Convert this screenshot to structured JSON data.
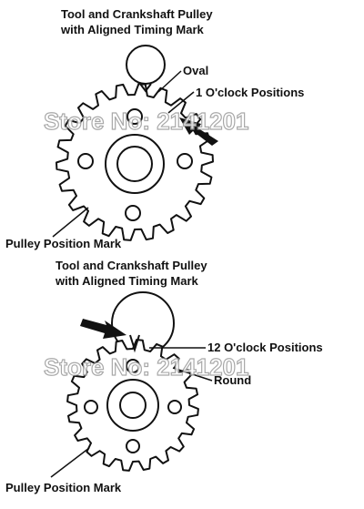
{
  "diagram_top": {
    "title_line1": "Tool and Crankshaft Pulley",
    "title_line2": "with Aligned Timing Mark",
    "label_oval": "Oval",
    "label_position": "1 O'clock Positions",
    "label_pulley": "Pulley Position Mark"
  },
  "diagram_bottom": {
    "title_line1": "Tool and Crankshaft Pulley",
    "title_line2": "with Aligned Timing Mark",
    "label_position": "12 O'clock Positions",
    "label_round": "Round",
    "label_pulley": "Pulley Position Mark"
  },
  "watermark": "Store No: 2141201",
  "colors": {
    "ink": "#111111",
    "background": "#ffffff",
    "watermark_outline": "#9a9a9a"
  }
}
